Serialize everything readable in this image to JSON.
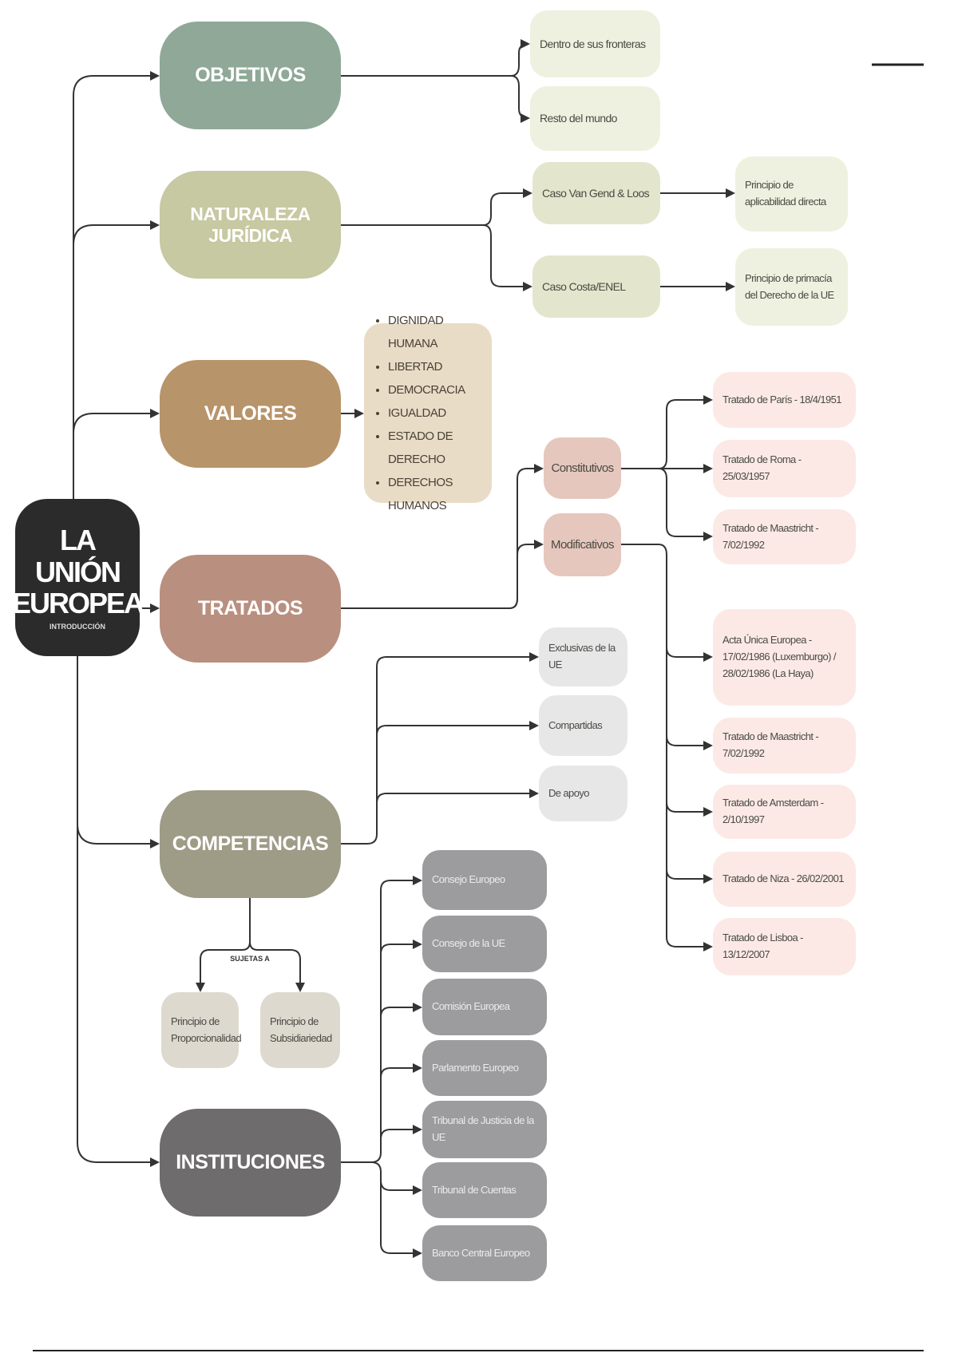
{
  "center": {
    "title_line1": "LA UNIÓN",
    "title_line2": "EUROPEA",
    "subtitle": "INTRODUCCIÓN"
  },
  "colors": {
    "center": "#2b2b2b",
    "objetivos": "#8fa898",
    "naturaleza": "#c6c9a1",
    "valores": "#b8946a",
    "tratados": "#b98f80",
    "competencias": "#9e9b86",
    "instituciones": "#6e6c6d"
  },
  "objetivos": {
    "label": "OBJETIVOS",
    "children": [
      "Dentro de sus fronteras",
      "Resto del mundo"
    ]
  },
  "naturaleza": {
    "label": "NATURALEZA JURÍDICA",
    "cases": [
      "Caso Van Gend & Loos",
      "Caso Costa/ENEL"
    ],
    "principles": [
      "Principio de aplicabilidad directa",
      "Principio de primacía del Derecho de la UE"
    ]
  },
  "valores": {
    "label": "VALORES",
    "items": [
      "DIGNIDAD HUMANA",
      "LIBERTAD",
      "DEMOCRACIA",
      "IGUALDAD",
      "ESTADO DE DERECHO",
      "DERECHOS HUMANOS"
    ]
  },
  "tratados": {
    "label": "TRATADOS",
    "constitutivos": {
      "label": "Constitutivos",
      "items": [
        "Tratado de París - 18/4/1951",
        "Tratado de Roma - 25/03/1957",
        "Tratado de Maastricht - 7/02/1992"
      ]
    },
    "modificativos": {
      "label": "Modificativos",
      "items": [
        "Acta Única Europea - 17/02/1986 (Luxemburgo) / 28/02/1986 (La Haya)",
        "Tratado de Maastricht - 7/02/1992",
        "Tratado de Amsterdam - 2/10/1997",
        "Tratado de Niza - 26/02/2001",
        "Tratado de Lisboa - 13/12/2007"
      ]
    }
  },
  "competencias": {
    "label": "COMPETENCIAS",
    "children": [
      "Exclusivas de la UE",
      "Compartidas",
      "De apoyo"
    ],
    "sujetas_label": "SUJETAS A",
    "principles": [
      "Principio de Proporcionalidad",
      "Principio de Subsidiariedad"
    ]
  },
  "instituciones": {
    "label": "INSTITUCIONES",
    "children": [
      "Consejo Europeo",
      "Consejo de la UE",
      "Comisión Europea",
      "Parlamento Europeo",
      "Tribunal de Justicia de la UE",
      "Tribunal de Cuentas",
      "Banco Central Europeo"
    ]
  }
}
